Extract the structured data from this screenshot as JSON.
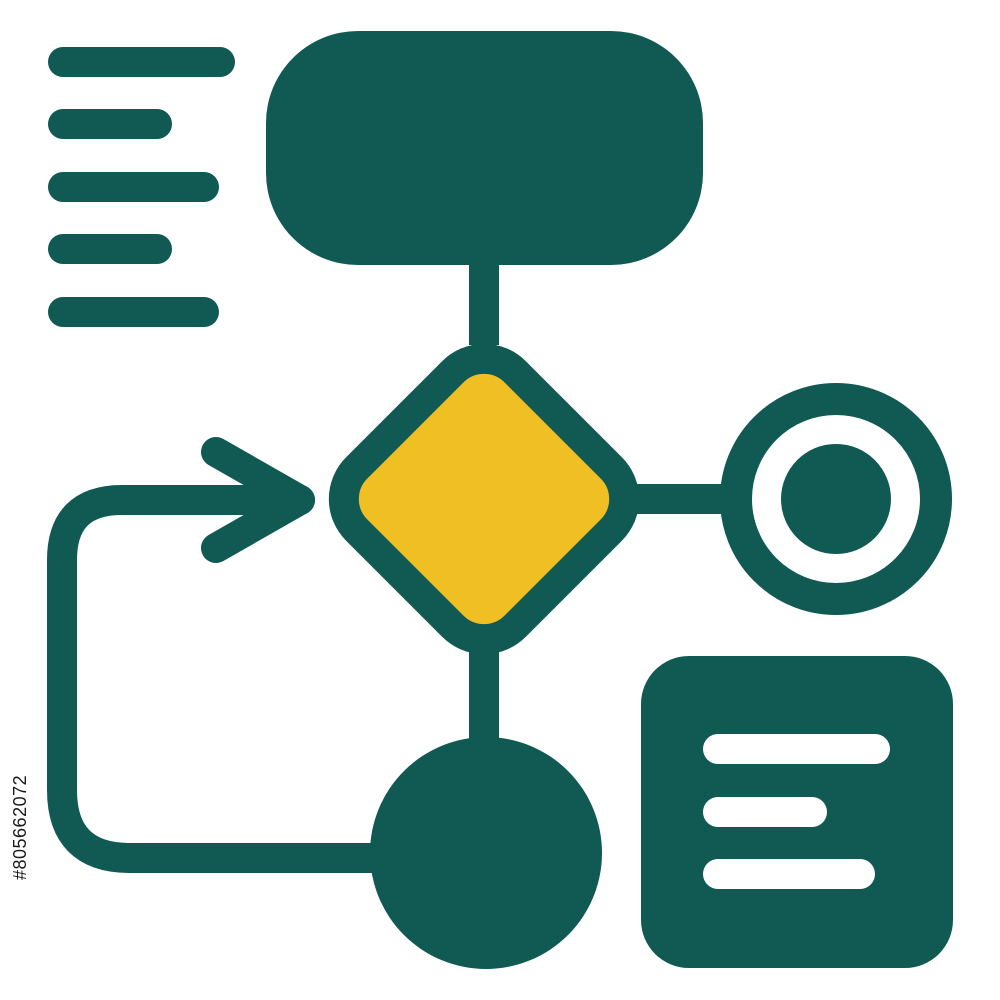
{
  "colors": {
    "primary": "#105a53",
    "accent": "#f0bf24",
    "background": "#ffffff",
    "text_line": "#ffffff"
  },
  "icon": {
    "name": "flowchart-icon",
    "parts": [
      "text-lines-icon",
      "terminator-shape",
      "decision-diamond",
      "connector-circle",
      "end-circle",
      "loop-arrow",
      "document-note-icon"
    ]
  },
  "side_id": "#805662072"
}
